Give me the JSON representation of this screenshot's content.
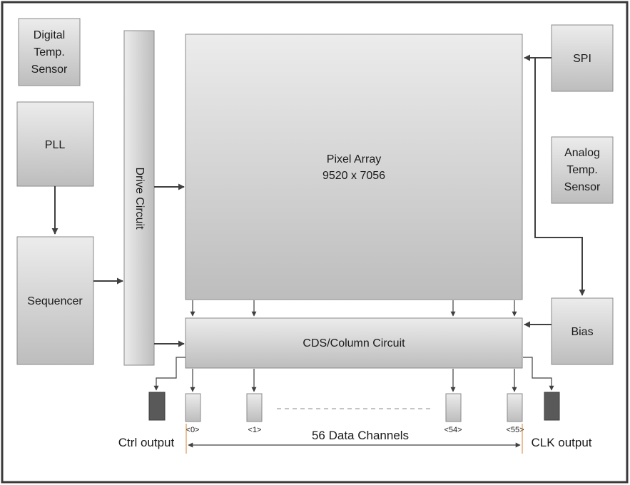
{
  "blocks": {
    "digital_temp_sensor": [
      "Digital",
      "Temp.",
      "Sensor"
    ],
    "pll": "PLL",
    "sequencer": "Sequencer",
    "drive_circuit": "Drive Circuit",
    "pixel_array": [
      "Pixel Array",
      "9520 x 7056"
    ],
    "spi": "SPI",
    "analog_temp_sensor": [
      "Analog",
      "Temp.",
      "Sensor"
    ],
    "cds_column_circuit": "CDS/Column Circuit",
    "bias": "Bias"
  },
  "channels": {
    "labels": [
      "<0>",
      "<1>",
      "<54>",
      "<55>"
    ],
    "span_label": "56 Data Channels"
  },
  "outputs": {
    "ctrl": "Ctrl output",
    "clk": "CLK output"
  },
  "colors": {
    "block_top": "#ececec",
    "block_bottom": "#bdbdbd",
    "block_border": "#8a8a8a",
    "arrow": "#404040",
    "output_pad": "#595959",
    "span_accent": "#d9822b"
  }
}
